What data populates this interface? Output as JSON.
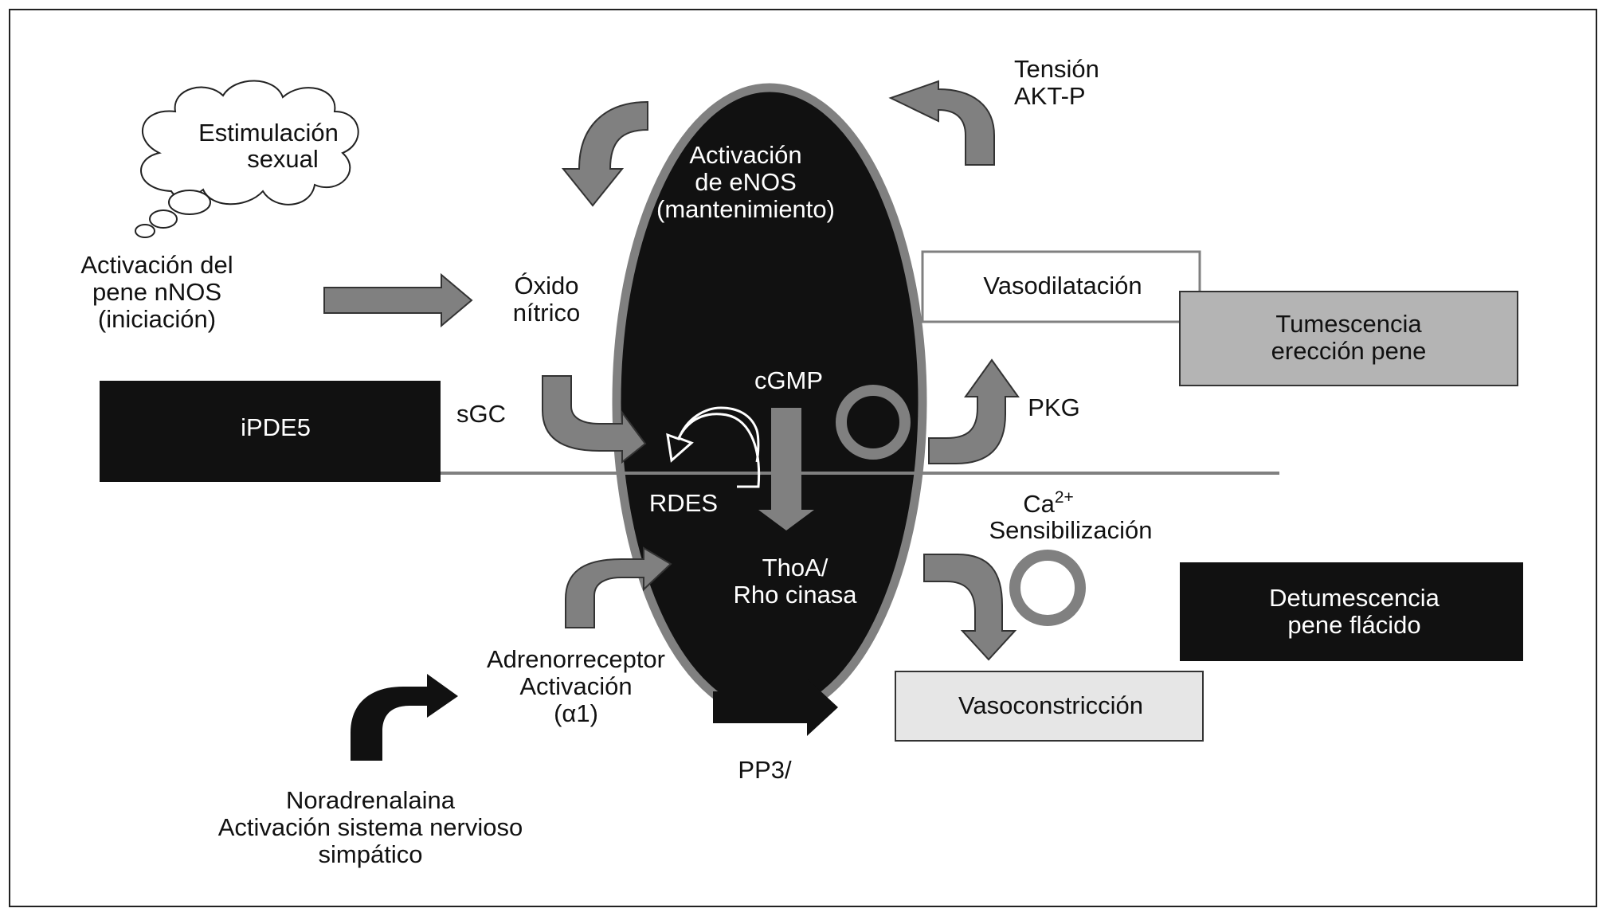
{
  "labels": {
    "estimulacion_1": "Estimulación",
    "estimulacion_2": "sexual",
    "activacion_pene_1": "Activación del",
    "activacion_pene_2": "pene nNOS",
    "activacion_pene_3": "(iniciación)",
    "oxido_1": "Óxido",
    "oxido_2": "nítrico",
    "enos_1": "Activación",
    "enos_2": "de eNOS",
    "enos_3": "(mantenimiento)",
    "tension_1": "Tensión",
    "tension_2": "AKT-P",
    "vasodilatacion": "Vasodilatación",
    "tumescencia_1": "Tumescencia",
    "tumescencia_2": "erección pene",
    "ipde5": "iPDE5",
    "sgc": "sGC",
    "cgmp": "cGMP",
    "pkg": "PKG",
    "rdes": "RDES",
    "ca": "Ca",
    "ca_sup": "2+",
    "sensibilizacion": "Sensibilización",
    "thoa_1": "ThoA/",
    "thoa_2": "Rho cinasa",
    "detumescencia_1": "Detumescencia",
    "detumescencia_2": "pene flácido",
    "adreno_1": "Adrenorreceptor",
    "adreno_2": "Activación",
    "adreno_3": "(α1)",
    "pp3": "PP3/",
    "vasoconstriccion": "Vasoconstricción",
    "nora_1": "Noradrenalaina",
    "nora_2": "Activación sistema nervioso",
    "nora_3": "simpático"
  },
  "colors": {
    "black": "#111111",
    "gray": "#808080",
    "light_gray": "#b4b4b4",
    "pale_gray": "#e6e6e6"
  }
}
